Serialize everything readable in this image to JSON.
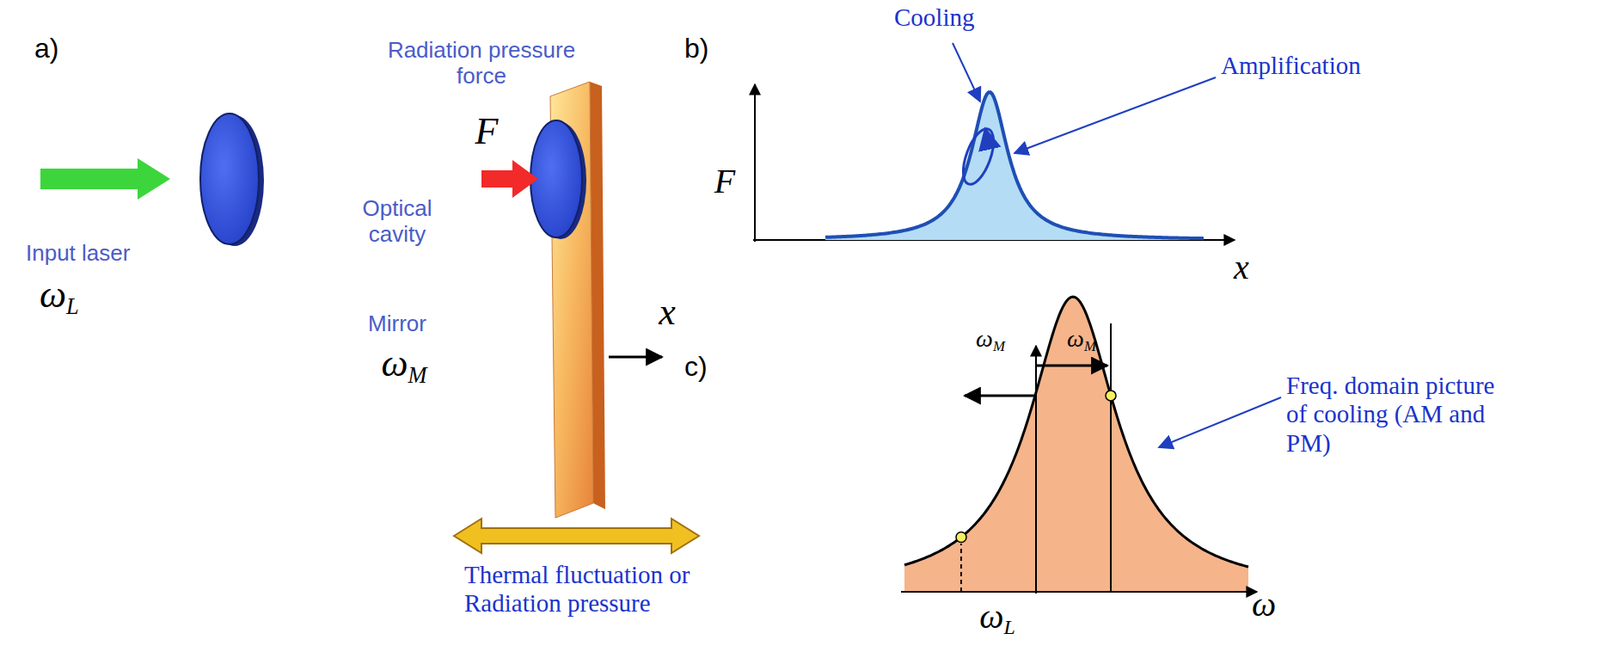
{
  "diagram": {
    "labels": [
      "a)",
      "Radiation pressure force",
      "Optical cavity",
      "Input laser",
      "ωL",
      "F",
      "Mirror",
      "ωM",
      "x",
      "Thermal fluctuation or Radiation pressure",
      "b)",
      "Cooling",
      "Amplification",
      "F",
      "x",
      "c)",
      "ωM",
      "ωM",
      "ωL",
      "ω",
      "Freq. domain picture of cooling (AM and PM)"
    ]
  }
}
